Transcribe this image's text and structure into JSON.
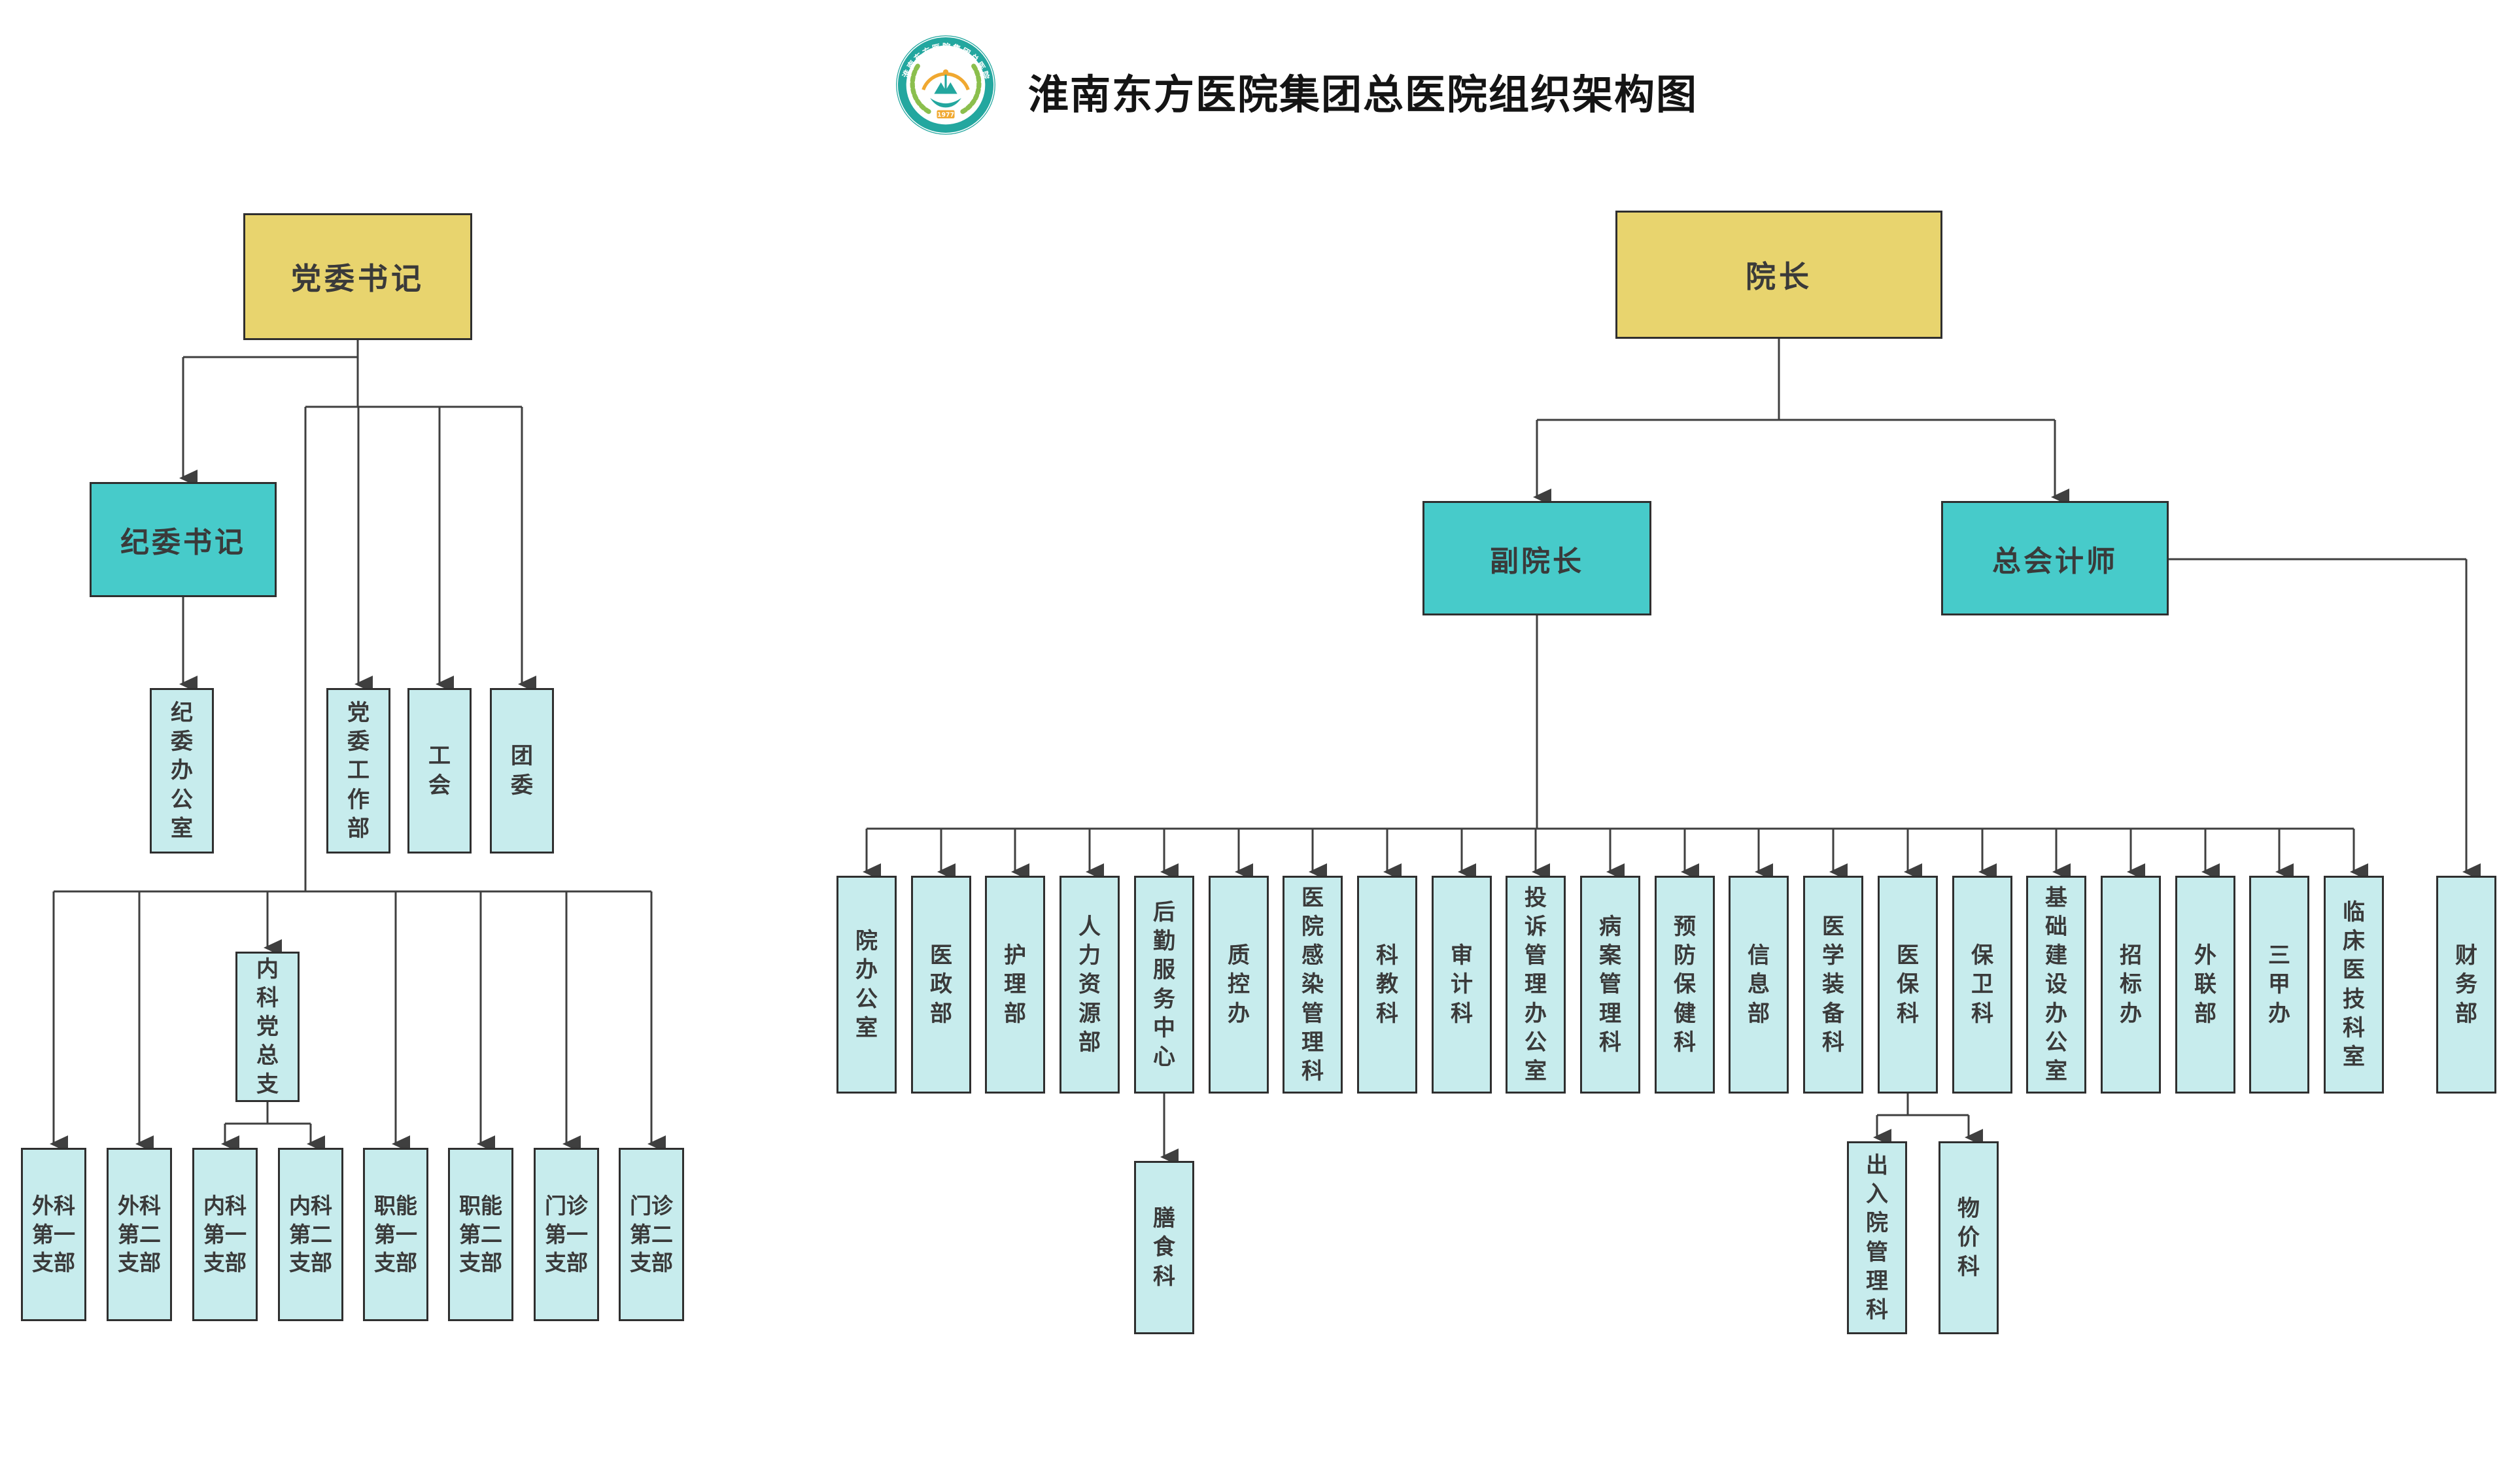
{
  "title": "淮南东方医院集团总医院组织架构图",
  "logo": {
    "ring_text": "淮南东方医院集团总医院",
    "year": "1977"
  },
  "party": {
    "secretary": "党委书记",
    "discipline_secretary": "纪委书记",
    "discipline_office": "纪委办公室",
    "committee_work_dept": "党委工作部",
    "labor_union": "工会",
    "youth_league": "团委",
    "internal_medicine_general_branch": "内科党总支",
    "branches": [
      "外科第一支部",
      "外科第二支部",
      "内科第一支部",
      "内科第二支部",
      "职能第一支部",
      "职能第二支部",
      "门诊第一支部",
      "门诊第二支部"
    ]
  },
  "admin": {
    "president": "院长",
    "vice_president": "副院长",
    "chief_accountant": "总会计师",
    "departments": [
      "院办公室",
      "医政部",
      "护理部",
      "人力资源部",
      "后勤服务中心",
      "质控办",
      "医院感染管理科",
      "科教科",
      "审计科",
      "投诉管理办公室",
      "病案管理科",
      "预防保健科",
      "信息部",
      "医学装备科",
      "医保科",
      "保卫科",
      "基础建设办公室",
      "招标办",
      "外联部",
      "三甲办",
      "临床医技科室"
    ],
    "finance_dept": "财务部",
    "dietary_dept": "膳食科",
    "admission_discharge_office": "出入院管理科",
    "price_office": "物价科"
  },
  "colors": {
    "executive_fill": "#E8D46E",
    "leader_fill": "#47CBCA",
    "department_fill": "#C7ECED",
    "line": "#3F3F3F",
    "border": "#2F2F2F",
    "logo_teal": "#23A79F",
    "logo_green": "#8BBF4D",
    "logo_orange": "#F0A830"
  }
}
